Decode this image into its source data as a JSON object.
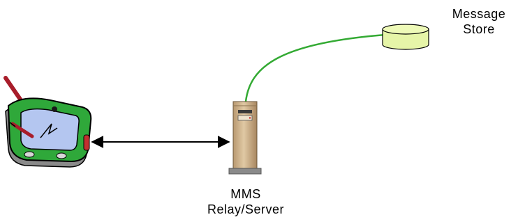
{
  "nodes": {
    "message_store": {
      "label_line1": "Message",
      "label_line2": "Store",
      "icon": "database-icon"
    },
    "mms_server": {
      "label_line1": "MMS",
      "label_line2": "Relay/Server",
      "icon": "server-tower-icon"
    },
    "handheld": {
      "icon": "pda-device-icon"
    }
  },
  "connections": [
    {
      "from": "handheld",
      "to": "mms_server",
      "style": "bidirectional-arrow",
      "color": "#000000"
    },
    {
      "from": "mms_server",
      "to": "message_store",
      "style": "curve",
      "color": "#33aa33"
    }
  ],
  "colors": {
    "store_fill": "#e6f5a8",
    "server_body": "#c9ae86",
    "server_base": "#8a8a8a",
    "device_frame": "#2fa83a",
    "device_screen": "#b4c6f0",
    "stylus": "#a81d2a",
    "link_curve": "#33aa33"
  }
}
